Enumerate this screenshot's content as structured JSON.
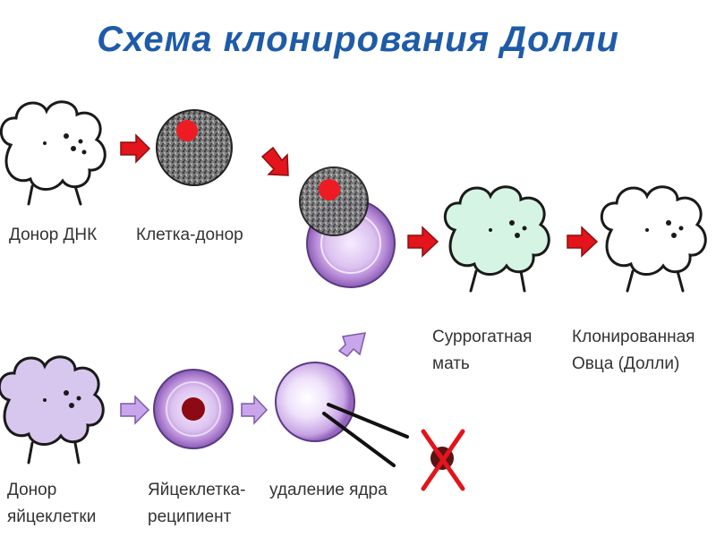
{
  "title": "Схема клонирования Долли",
  "colors": {
    "title": "#1e5ba8",
    "arrow_red": "#e3141b",
    "arrow_violet": "#c9a6ec",
    "cross": "#e3141b",
    "sheep_white": "#ffffff",
    "sheep_mint": "#d6f4e3",
    "sheep_violet": "#d7c7ee",
    "donor_cell": "#666666",
    "nucleus_red": "#ee1c22",
    "nucleus_dark": "#8b0a14",
    "egg_violet": "#c39fdc"
  },
  "labels": {
    "dna_donor": "Донор ДНК",
    "cell_donor": "Клетка-донор",
    "surrogate_line1": "Суррогатная",
    "surrogate_line2": "мать",
    "clone_line1": "Клонированная",
    "clone_line2": "Овца (Долли)",
    "egg_donor_line1": "Донор",
    "egg_donor_line2": "яйцеклетки",
    "egg_recipient_line1": "Яйцеклетка-",
    "egg_recipient_line2": "реципиент",
    "nucleus_removal": "удаление ядра"
  },
  "icons": {
    "sheep": "sheep-icon",
    "cell": "cell-icon",
    "arrow": "arrow-icon",
    "cross": "cross-icon",
    "needle": "needle-icon"
  }
}
